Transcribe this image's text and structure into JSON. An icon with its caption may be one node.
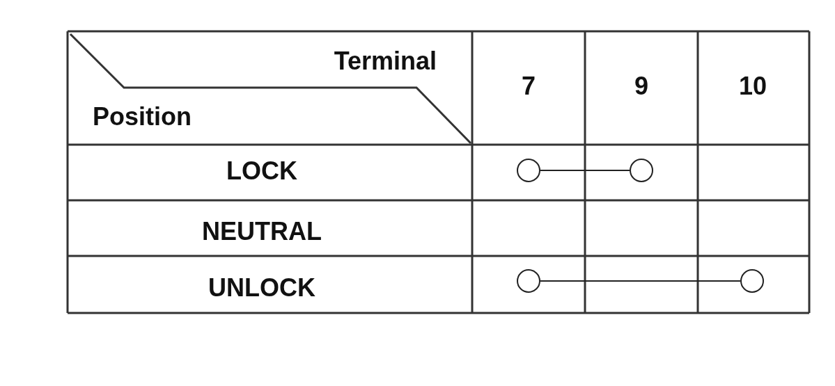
{
  "diagram": {
    "nodes": [
      {
        "text": [],
        "shape": "circle"
      },
      {
        "text": [],
        "shape": "circle"
      },
      {
        "text": [],
        "shape": "circle"
      },
      {
        "text": [],
        "shape": "circle"
      }
    ],
    "edges": [
      {
        "from": 0,
        "to": 1,
        "arrow": "none"
      },
      {
        "from": 2,
        "to": 3,
        "arrow": "none"
      }
    ],
    "labels": [
      "Terminal",
      "Position",
      "7",
      "9",
      "10",
      "LOCK",
      "NEUTRAL",
      "UNLOCK"
    ]
  }
}
